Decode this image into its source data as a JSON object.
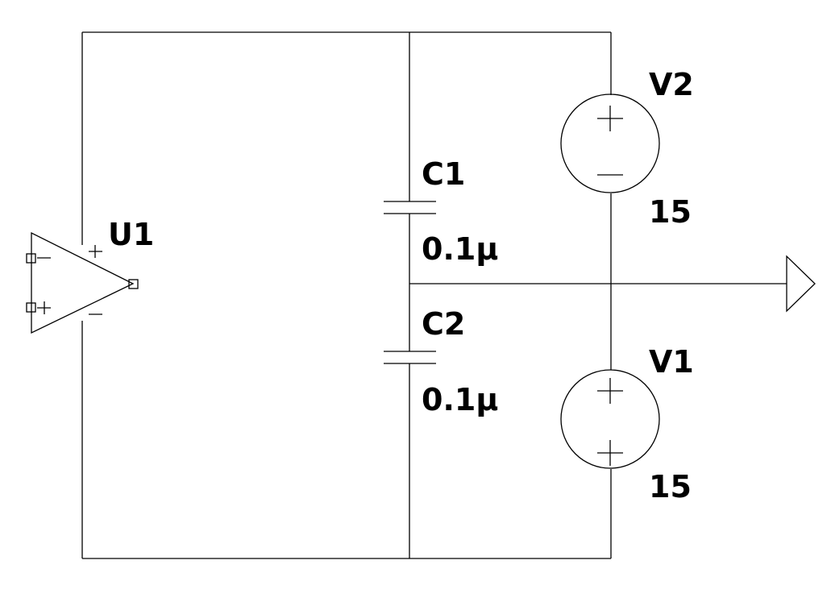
{
  "schematic": {
    "components": {
      "u1": {
        "ref": "U1",
        "type": "op-amp"
      },
      "c1": {
        "ref": "C1",
        "value": "0.1µ",
        "type": "capacitor"
      },
      "c2": {
        "ref": "C2",
        "value": "0.1µ",
        "type": "capacitor"
      },
      "v2": {
        "ref": "V2",
        "value": "15",
        "type": "voltage-source"
      },
      "v1": {
        "ref": "V1",
        "value": "15",
        "type": "voltage-source"
      }
    },
    "colors": {
      "line": "#000000",
      "background": "#ffffff"
    }
  }
}
